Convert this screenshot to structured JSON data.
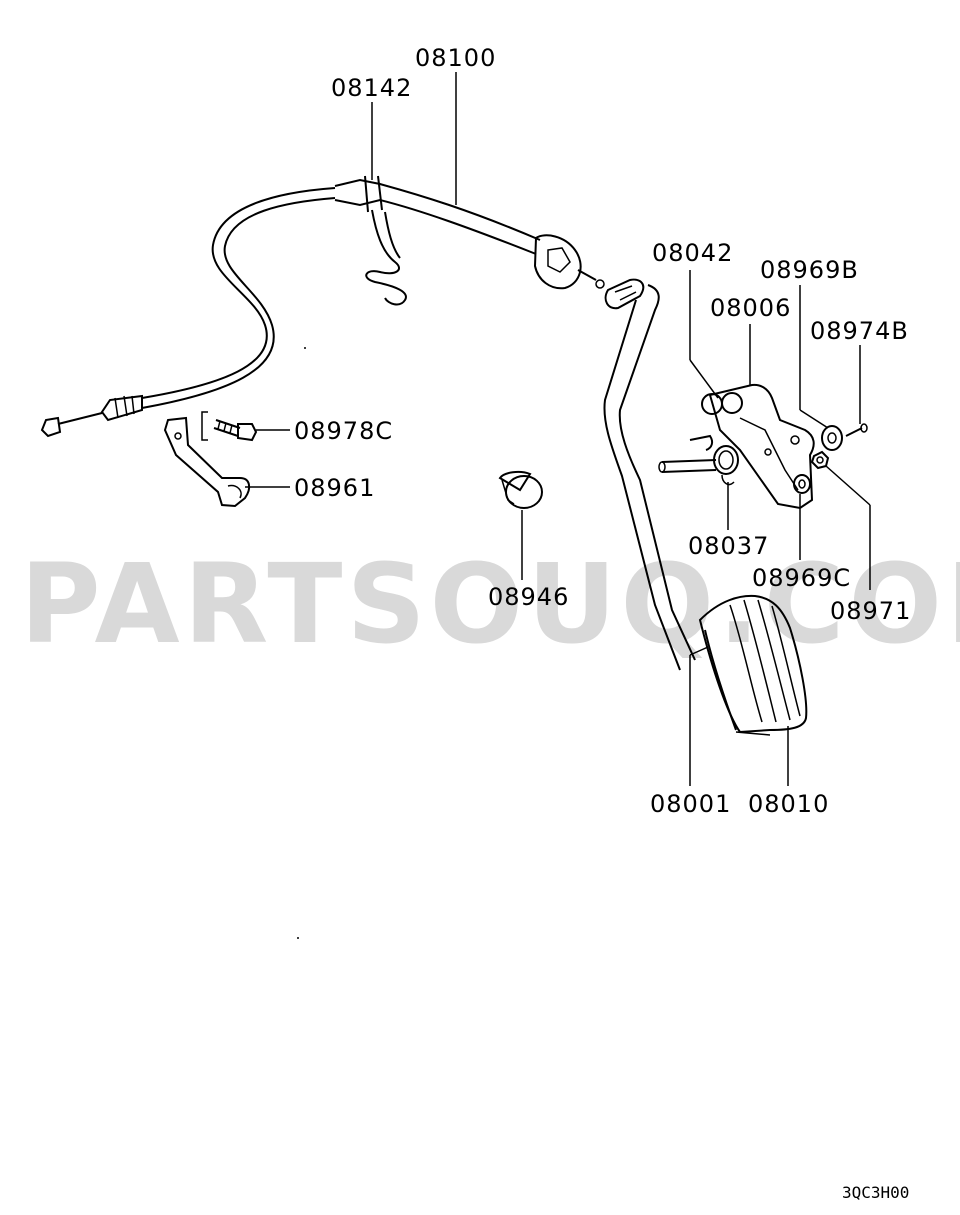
{
  "watermark": "PARTSOUQ.COM",
  "diagram_code": "3QC3H00",
  "callouts": {
    "c08100": "08100",
    "c08142": "08142",
    "c08042": "08042",
    "c08969B": "08969B",
    "c08006": "08006",
    "c08974B": "08974B",
    "c08978C": "08978C",
    "c08961": "08961",
    "c08037": "08037",
    "c08946": "08946",
    "c08969C": "08969C",
    "c08971": "08971",
    "c08001": "08001",
    "c08010": "08010"
  }
}
